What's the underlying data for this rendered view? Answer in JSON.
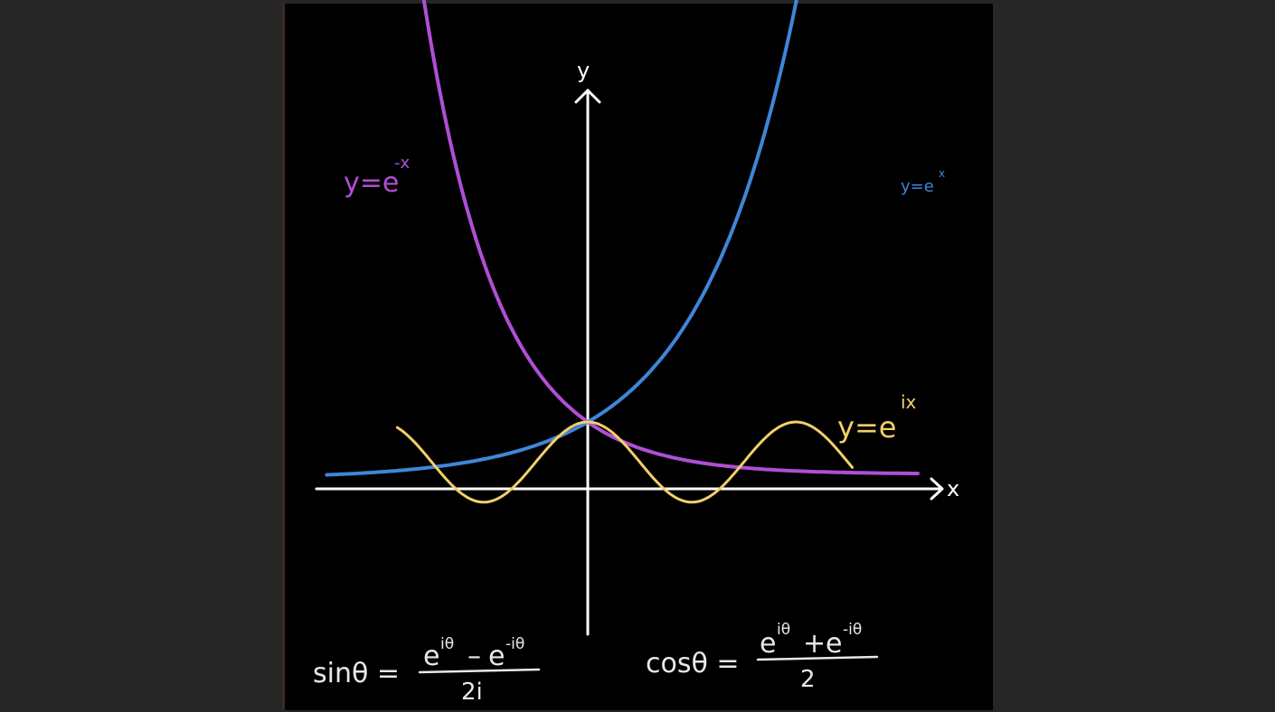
{
  "axes": {
    "x_label": "x",
    "y_label": "y"
  },
  "curves": [
    {
      "id": "exp-neg",
      "label_base": "y=e",
      "label_sup": "-x",
      "color": "#b04ed6"
    },
    {
      "id": "exp-pos",
      "label_base": "y=e",
      "label_sup": "x",
      "color": "#3f86d8"
    },
    {
      "id": "exp-ix",
      "label_base": "y=e",
      "label_sup": "ix",
      "color": "#f2cf6a"
    }
  ],
  "formulas": {
    "sin": {
      "lhs": "sinθ =",
      "numerator_a": "e",
      "numerator_a_sup": "iθ",
      "operator": "–",
      "numerator_b": "e",
      "numerator_b_sup": "-iθ",
      "denominator": "2i"
    },
    "cos": {
      "lhs": "cosθ =",
      "numerator_a": "e",
      "numerator_a_sup": "iθ",
      "operator": "+",
      "numerator_b": "e",
      "numerator_b_sup": "-iθ",
      "denominator": "2"
    }
  },
  "colors": {
    "axis": "#ffffff",
    "formula": "#e8e8e8",
    "background": "#000000",
    "viewer": "#262626"
  }
}
